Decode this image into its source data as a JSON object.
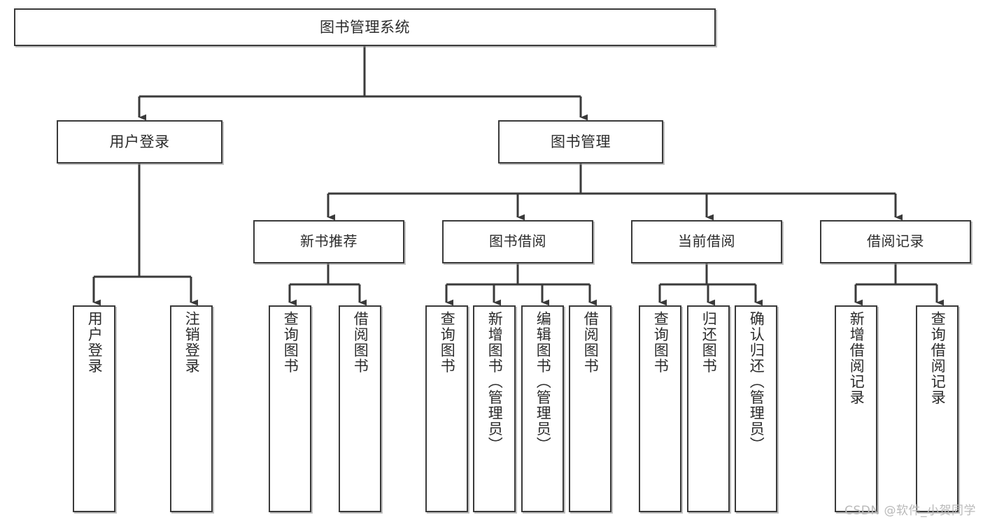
{
  "diagram": {
    "type": "tree-hierarchy-chart",
    "title": "图书管理系统",
    "watermark": "CSDN @软件_小贺同学",
    "line_color": "#3a3a3a",
    "box_fill": "#ffffff",
    "text_color": "#2b2b2b",
    "nodes": {
      "root": {
        "label": "图书管理系统",
        "level": 0
      },
      "l1": [
        {
          "id": "user-login",
          "label": "用户登录",
          "level": 1
        },
        {
          "id": "book-manage",
          "label": "图书管理",
          "level": 1
        }
      ],
      "l2": [
        {
          "id": "new-book-recommend",
          "label": "新书推荐",
          "level": 2,
          "parent": "book-manage"
        },
        {
          "id": "book-borrow",
          "label": "图书借阅",
          "level": 2,
          "parent": "book-manage"
        },
        {
          "id": "current-borrow",
          "label": "当前借阅",
          "level": 2,
          "parent": "book-manage"
        },
        {
          "id": "borrow-record",
          "label": "借阅记录",
          "level": 2,
          "parent": "book-manage"
        }
      ],
      "leaves": [
        {
          "id": "leaf-user-login",
          "label": "用户登录",
          "parent": "user-login"
        },
        {
          "id": "leaf-logout",
          "label": "注销登录",
          "parent": "user-login"
        },
        {
          "id": "leaf-query-book-1",
          "label": "查询图书",
          "parent": "new-book-recommend"
        },
        {
          "id": "leaf-borrow-book-1",
          "label": "借阅图书",
          "parent": "new-book-recommend"
        },
        {
          "id": "leaf-query-book-2",
          "label": "查询图书",
          "parent": "book-borrow"
        },
        {
          "id": "leaf-add-book",
          "label": "新增图书（管理员）",
          "parent": "book-borrow"
        },
        {
          "id": "leaf-edit-book",
          "label": "编辑图书（管理员）",
          "parent": "book-borrow"
        },
        {
          "id": "leaf-borrow-book-2",
          "label": "借阅图书",
          "parent": "book-borrow"
        },
        {
          "id": "leaf-query-book-3",
          "label": "查询图书",
          "parent": "current-borrow"
        },
        {
          "id": "leaf-return-book",
          "label": "归还图书",
          "parent": "current-borrow"
        },
        {
          "id": "leaf-confirm-return",
          "label": "确认归还（管理员）",
          "parent": "current-borrow"
        },
        {
          "id": "leaf-add-record",
          "label": "新增借阅记录",
          "parent": "borrow-record"
        },
        {
          "id": "leaf-query-record",
          "label": "查询借阅记录",
          "parent": "borrow-record"
        }
      ]
    }
  }
}
